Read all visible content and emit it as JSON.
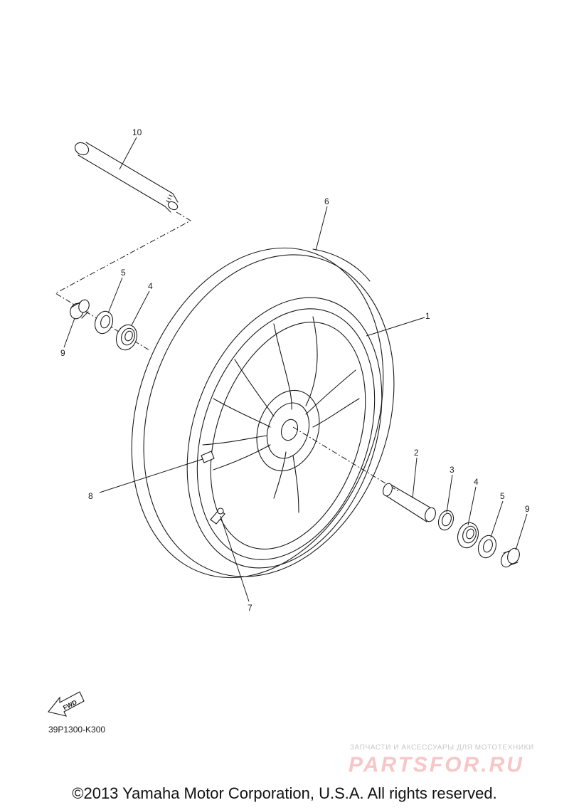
{
  "diagram": {
    "callouts": {
      "c1": "1",
      "c2": "2",
      "c3": "3",
      "c4_left": "4",
      "c4_right": "4",
      "c5_left": "5",
      "c5_right": "5",
      "c6": "6",
      "c7": "7",
      "c8": "8",
      "c9_left": "9",
      "c9_right": "9",
      "c10": "10"
    },
    "fwd_label": "FWD",
    "drawing_code": "39P1300-K300"
  },
  "watermark": {
    "tagline": "ЗАПЧАСТИ И АКСЕССУАРЫ ДЛЯ МОТОТЕХНИКИ",
    "brand": "PARTSFOR.RU"
  },
  "footer": {
    "copyright": "©2013 Yamaha Motor Corporation, U.S.A. All rights reserved."
  }
}
